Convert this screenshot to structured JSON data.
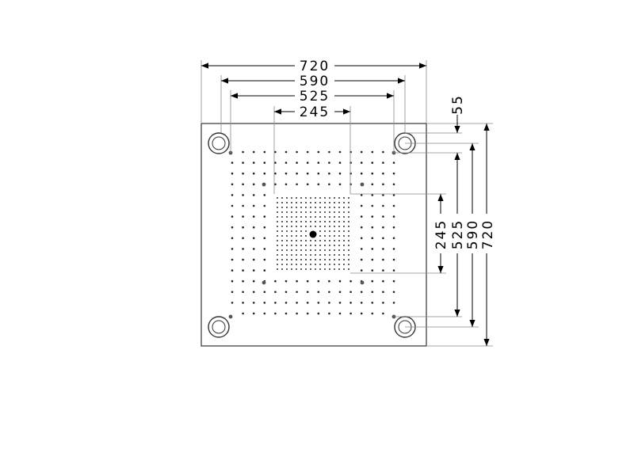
{
  "diagram": {
    "horizontal_dimensions": [
      "720",
      "590",
      "525",
      "245"
    ],
    "vertical_dimensions": [
      "55",
      "245",
      "525",
      "590",
      "720"
    ]
  },
  "colors": {
    "outline": "#333333",
    "dots": "#222222",
    "background": "#ffffff"
  }
}
